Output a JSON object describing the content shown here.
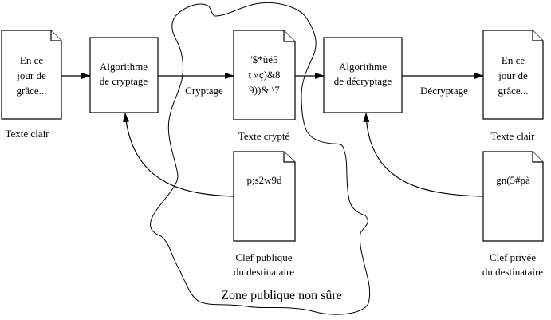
{
  "diagram": {
    "zone_label": "Zone publique non sûre",
    "documents": {
      "plaintext_in": {
        "lines": [
          "En ce",
          "jour de",
          "grâce..."
        ],
        "caption": "Texte clair"
      },
      "ciphertext": {
        "lines": [
          "'$*ùé5",
          "t »ç)&8",
          "9))& \\7"
        ],
        "caption": "Texte crypté"
      },
      "plaintext_out": {
        "lines": [
          "En ce",
          "jour de",
          "grâce..."
        ],
        "caption": "Texte clair"
      },
      "public_key": {
        "lines": [
          "p;s2w9d"
        ],
        "caption": [
          "Clef publique",
          "du destinataire"
        ]
      },
      "private_key": {
        "lines": [
          "gn(5#pà"
        ],
        "caption": [
          "Clef privée",
          "du destinataire"
        ]
      }
    },
    "processes": {
      "encrypt": {
        "lines": [
          "Algorithme",
          "de cryptage"
        ]
      },
      "decrypt": {
        "lines": [
          "Algorithme",
          "de décryptage"
        ]
      }
    },
    "edges": {
      "encrypt_label": "Cryptage",
      "decrypt_label": "Décryptage"
    }
  }
}
